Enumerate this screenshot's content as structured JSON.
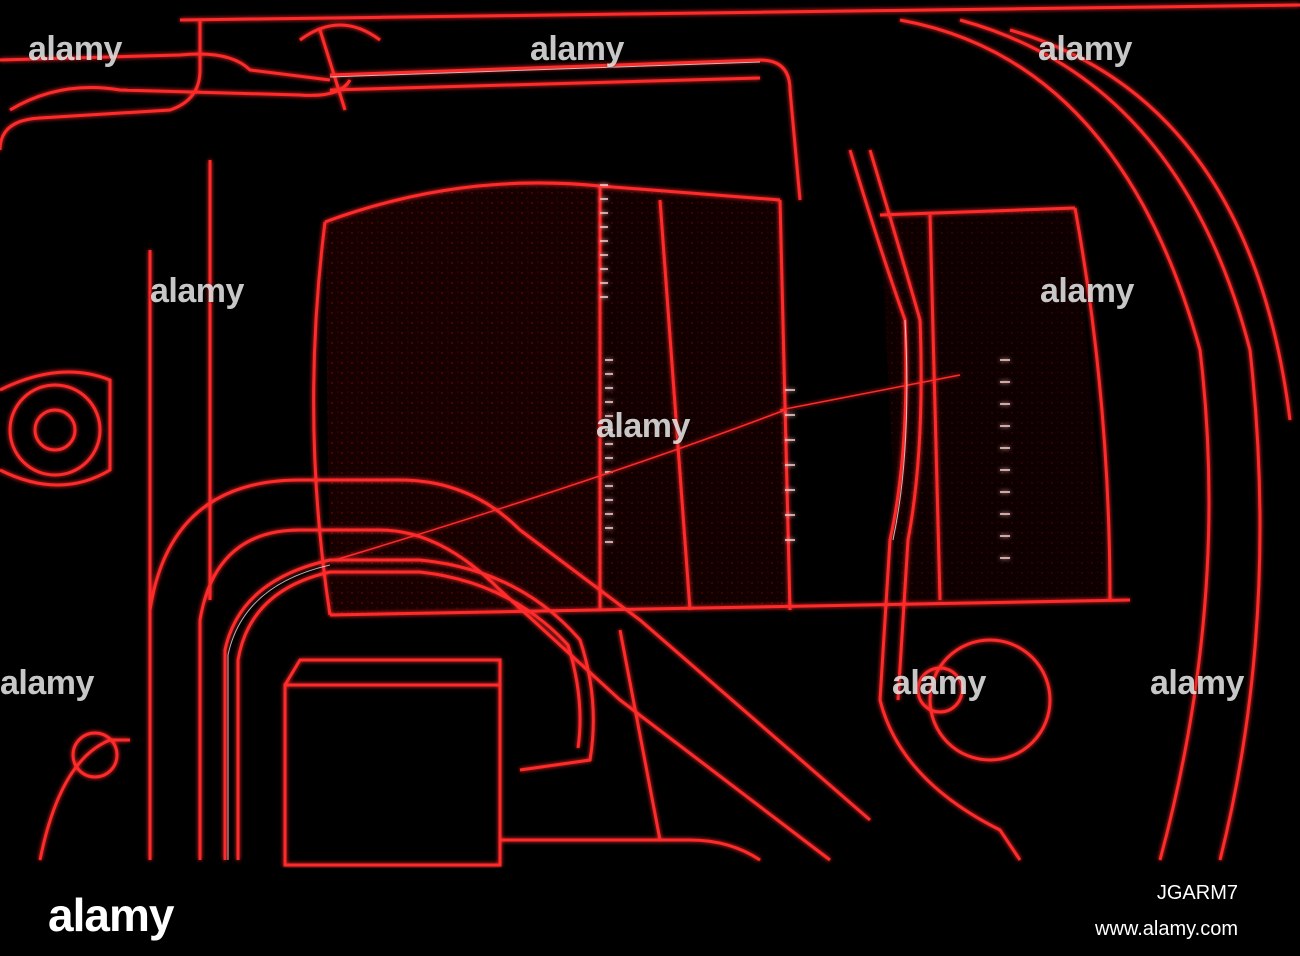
{
  "watermark": {
    "text": "alamy",
    "color": "#ffffff"
  },
  "footer": {
    "logo": "alamy",
    "image_id": "JGARM7",
    "url": "www.alamy.com"
  },
  "colors": {
    "background": "#000000",
    "glow": "#ff2a2a",
    "highlight": "#ffd0d0"
  }
}
